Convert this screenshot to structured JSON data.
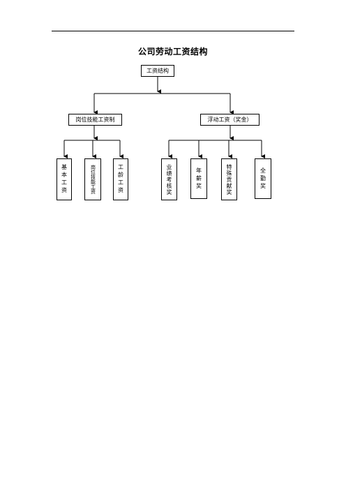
{
  "document": {
    "title": "公司劳动工资结构"
  },
  "diagram": {
    "root": {
      "label": "工资结构"
    },
    "branches": [
      {
        "label": "岗位技能工资制",
        "children": [
          {
            "label": "基本工资"
          },
          {
            "label": "岗位技能工资"
          },
          {
            "label": "工龄工资"
          }
        ]
      },
      {
        "label": "浮动工资（奖金）",
        "children": [
          {
            "label": "业绩考核奖"
          },
          {
            "label": "年薪奖"
          },
          {
            "label": "特殊贡献奖"
          },
          {
            "label": "全勤奖"
          }
        ]
      }
    ]
  }
}
